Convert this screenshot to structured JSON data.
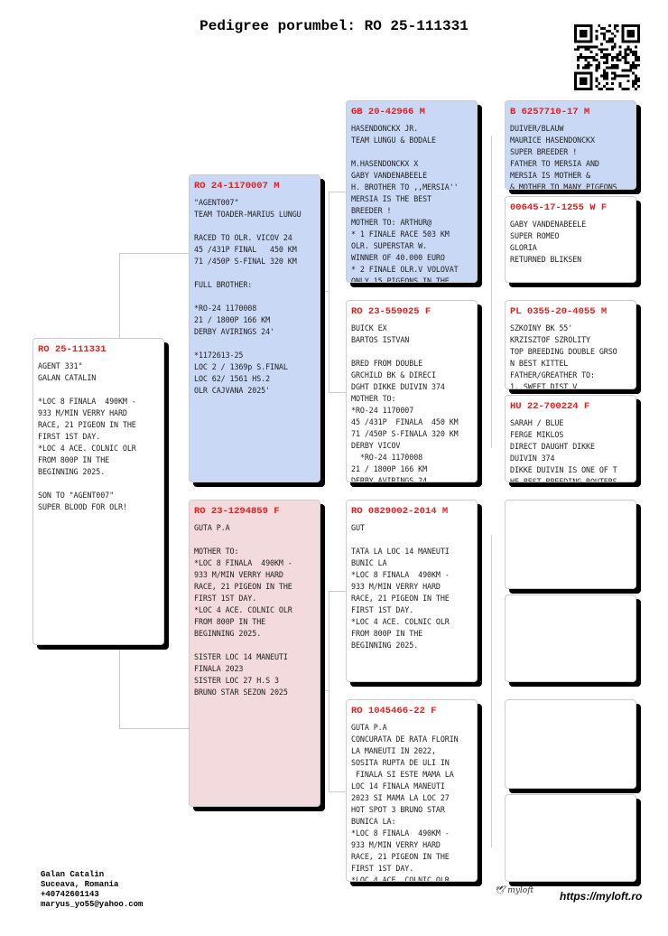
{
  "title": "Pedigree porumbel: RO 25-111331",
  "subject": {
    "ring": "RO 25-111331",
    "text": "AGENT 331\"\nGALAN CATALIN\n\n*LOC 8 FINALA  490KM -\n933 M/MIN VERRY HARD\nRACE, 21 PIGEON IN THE\nFIRST 1ST DAY.\n*LOC 4 ACE. COLNIC OLR\nFROM 800P IN THE\nBEGINNING 2025.\n\nSON TO \"AGENT007\"\nSUPER BLOOD FOR OLR!"
  },
  "sire": {
    "ring": "RO 24-1170007 M",
    "text": "\"AGENT007\"\nTEAM TOADER-MARIUS LUNGU\n\nRACED TO OLR. VICOV 24\n45 /431P FINAL   450 KM\n71 /450P S-FINAL 320 KM\n\nFULL BROTHER:\n\n*RO-24 1170008\n21 / 1800P 166 KM\nDERBY AVIRINGS 24'\n\n*1172613-25\nLOC 2 / 1369p S.FINAL\nLOC 62/ 1561 HS.2\nOLR CAJVANA 2025'"
  },
  "dam": {
    "ring": "RO 23-1294859 F",
    "text": "GUTA P.A\n\nMOTHER TO:\n*LOC 8 FINALA  490KM -\n933 M/MIN VERRY HARD\nRACE, 21 PIGEON IN THE\nFIRST 1ST DAY.\n*LOC 4 ACE. COLNIC OLR\nFROM 800P IN THE\nBEGINNING 2025.\n\nSISTER LOC 14 MANEUTI\nFINALA 2023\nSISTER LOC 27 H.S 3\nBRUNO STAR SEZON 2025"
  },
  "gen3": [
    {
      "ring": "GB 20-42966 M",
      "text": "HASENDONCKX JR.\nTEAM LUNGU & BODALE\n\nM.HASENDONCKX X\nGABY VANDENABEELE\nH. BROTHER TO ,,MERSIA''\nMERSIA IS THE BEST\nBREEDER !\nMOTHER TO: ARTHUR@\n* 1 FINALE RACE 503 KM\nOLR. SUPERSTAR W.\nWINNER OF 40.000 EURO\n* 2 FINALE OLR.V VOLOVAT\nONLY 15 PIGEONS IN THE"
    },
    {
      "ring": "RO 23-559025 F",
      "text": "BUICK EX\nBARTOS ISTVAN\n\nBRED FROM DOUBLE\nGRCHILD BK & DIRECI\nDGHT DIKKE DUIVIN 374\nMOTHER TO:\n*RO-24 1170007\n45 /431P  FINALA  450 KM\n71 /450P S-FINALA 320 KM\nDERBY VICOV\n  *RO-24 1170008\n21 / 1800P 166 KM\nDERBY AVIRINGS 24"
    },
    {
      "ring": "RO 0829002-2014 M",
      "text": "GUT\n\nTATA LA LOC 14 MANEUTI\nBUNIC LA\n*LOC 8 FINALA  490KM -\n933 M/MIN VERRY HARD\nRACE, 21 PIGEON IN THE\nFIRST 1ST DAY.\n*LOC 4 ACE. COLNIC OLR\nFROM 800P IN THE\nBEGINNING 2025."
    },
    {
      "ring": "RO 1045466-22 F",
      "text": "GUTA P.A\nCONCURATA DE RATA FLORIN\nLA MANEUTI IN 2022,\nSOSITA RUPTA DE ULI IN\n FINALA SI ESTE MAMA LA\nLOC 14 FINALA MANEUTI\n2023 SI MAMA LA LOC 27\nHOT SPOT 3 BRUNO STAR\nBUNICA LA:\n*LOC 8 FINALA  490KM -\n933 M/MIN VERRY HARD\nRACE, 21 PIGEON IN THE\nFIRST 1ST DAY.\n*LOC 4 ACE. COLNIC OLR"
    }
  ],
  "gen4": [
    {
      "ring": "B 6257710-17 M",
      "text": "DUIVER/BLAUW\nMAURICE HASENDONCKX\nSUPER BREEDER !\nFATHER TO MERSIA AND\nMERSIA IS MOTHER &\n& MOTHER TO MANY PIGEONS"
    },
    {
      "ring": "00645-17-1255 W F",
      "text": "GABY VANDENABEELE\nSUPER ROMEO\nGLORIA\nRETURNED BLIKSEN"
    },
    {
      "ring": "PL 0355-20-4055 M",
      "text": "SZKOINY BK 55'\nKRZISZTOF SZROLITY\nTOP BREEDING DOUBLE GRSO\nN BEST KITTEL\nFATHER/GREATHER TO:\n1. SWEET DIST V"
    },
    {
      "ring": "HU 22-700224 F",
      "text": "SARAH / BLUE\nFERGE MIKLOS\nDIRECT DAUGHT DIKKE\nDUIVIN 374\nDIKKE DUIVIN IS ONE OF T\nHE BEST BREEDING ROUTERS"
    },
    {
      "ring": "",
      "text": ""
    },
    {
      "ring": "",
      "text": ""
    },
    {
      "ring": "",
      "text": ""
    },
    {
      "ring": "",
      "text": ""
    }
  ],
  "footer": {
    "name": "Galan Catalin",
    "location": "Suceava, Romania",
    "phone": "+40742601143",
    "email": "maryus_yo55@yahoo.com"
  },
  "brand": {
    "logo": "myloft",
    "url": "https://myloft.ro"
  }
}
